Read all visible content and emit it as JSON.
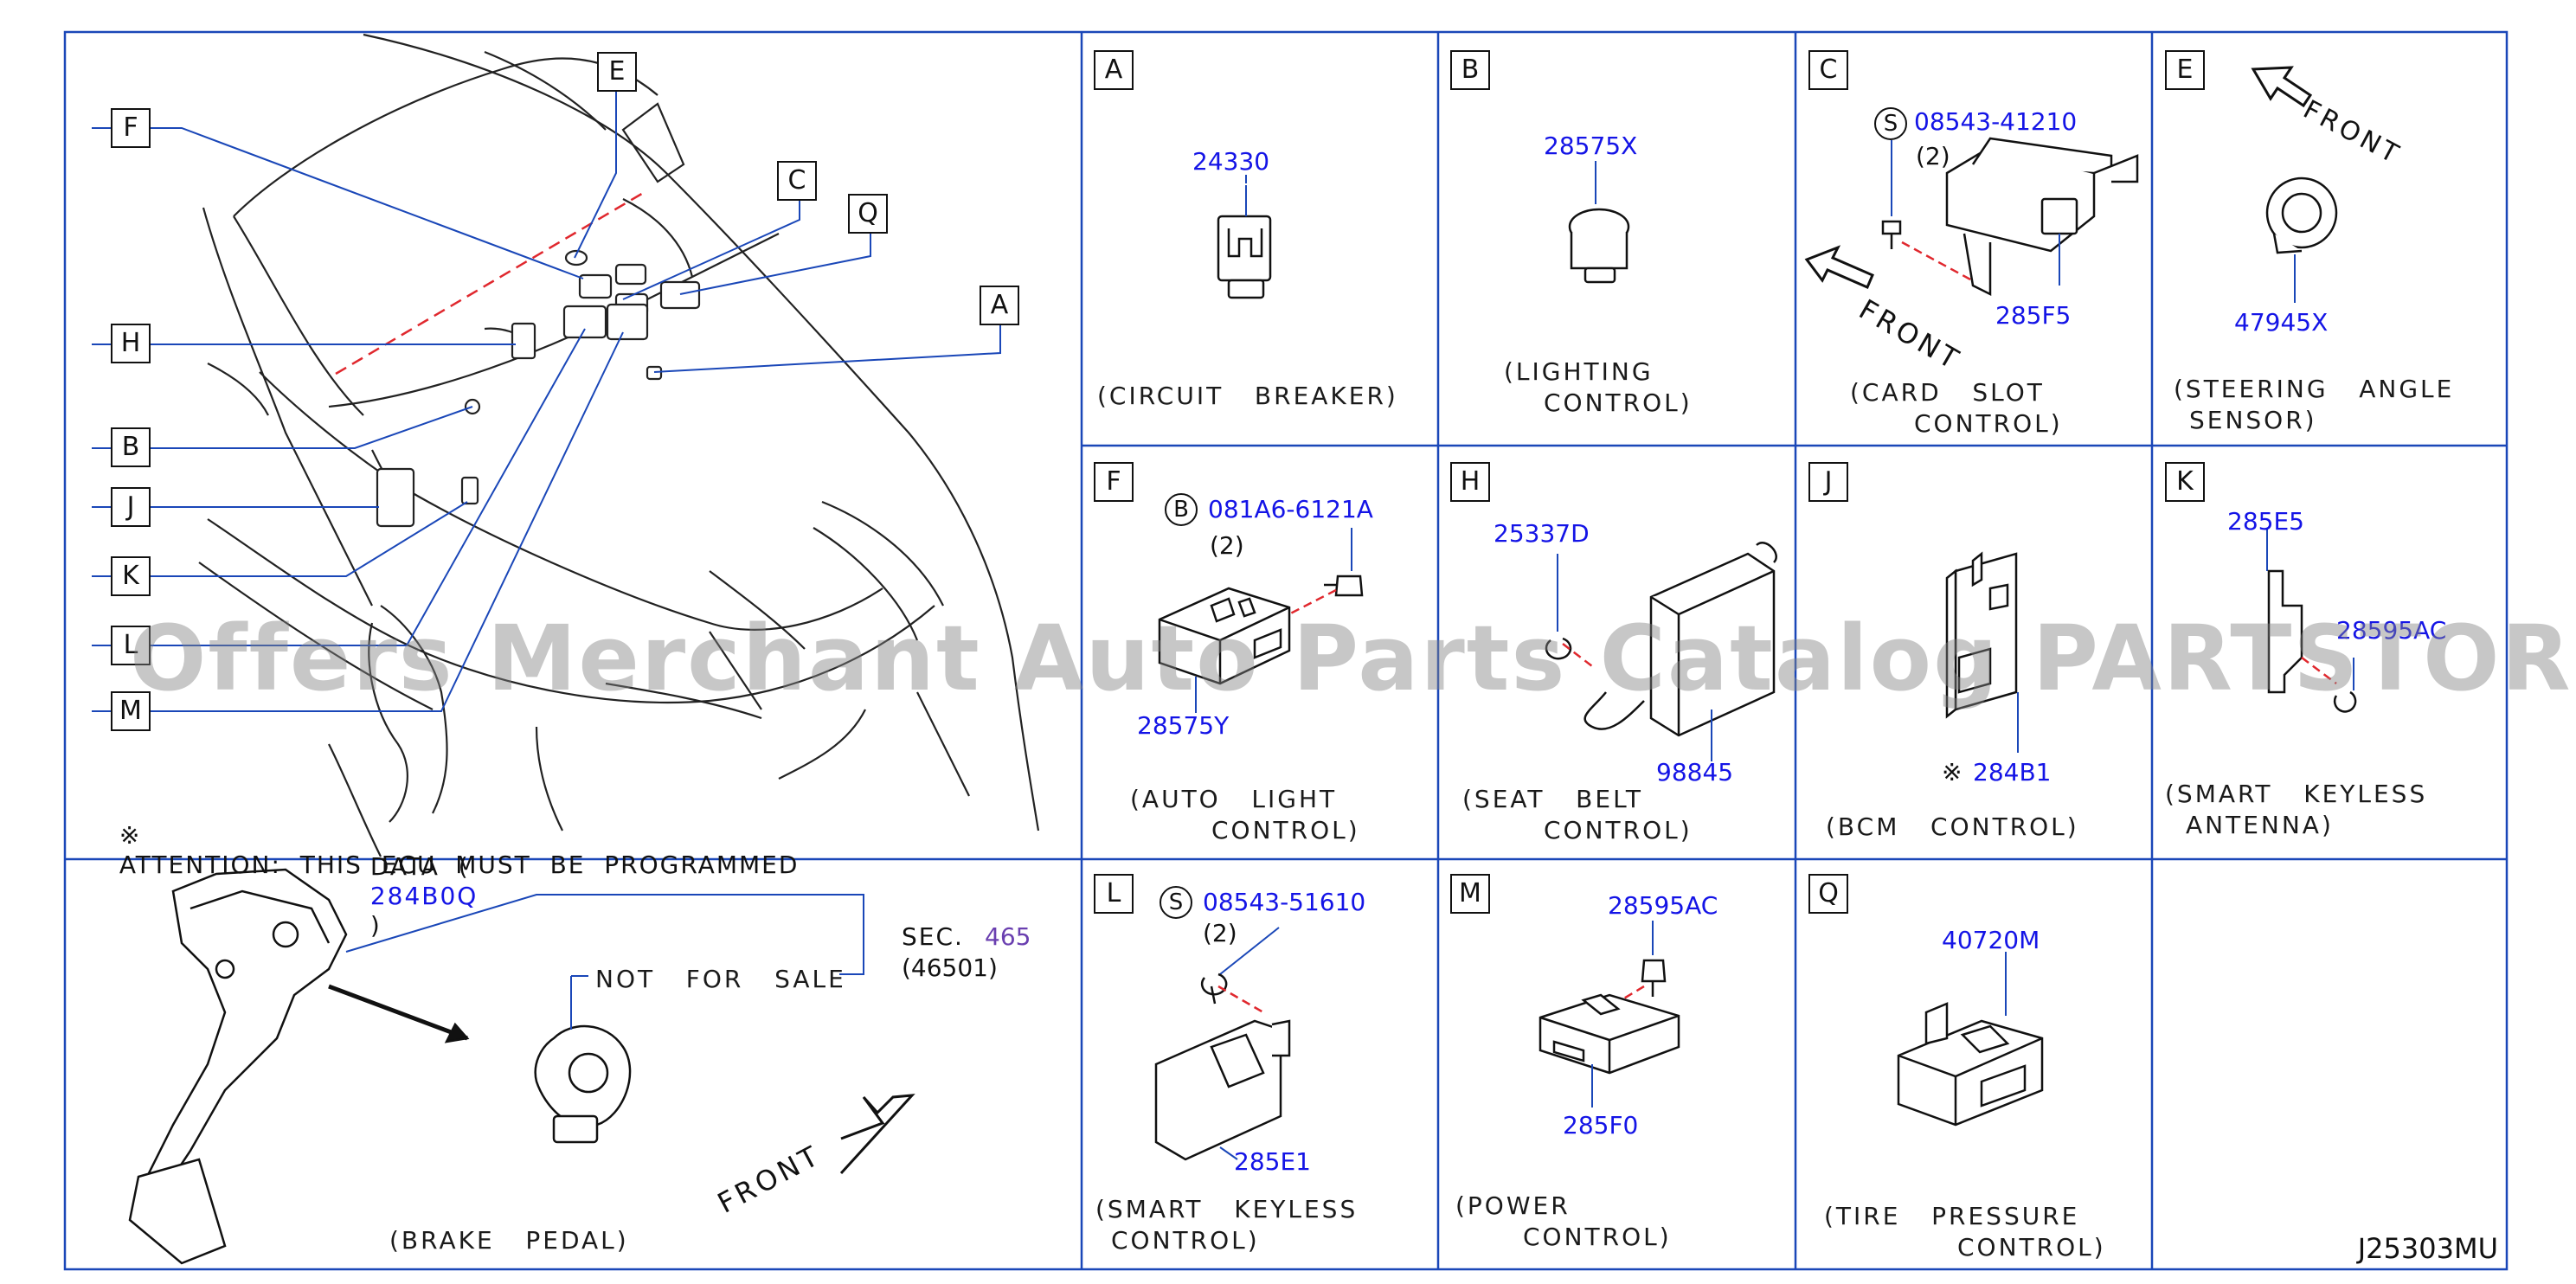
{
  "colors": {
    "frame": "#1a47b8",
    "part_number": "#1414e6",
    "ref_link": "#6a3fb0",
    "leader_red": "#e0282e",
    "text": "#111111"
  },
  "main_view": {
    "callouts": [
      "A",
      "B",
      "C",
      "E",
      "F",
      "H",
      "J",
      "K",
      "L",
      "M",
      "Q"
    ],
    "attention_symbol": "※",
    "attention_text": "ATTENTION:  THIS  ECU  MUST  BE  PROGRAMMED",
    "attention_line2_pre": "DATA  (",
    "attention_part": "284B0Q",
    "attention_line2_post": ")"
  },
  "panels": {
    "A": {
      "letter": "A",
      "part": "24330",
      "caption1": "(CIRCUIT   BREAKER)",
      "caption2": ""
    },
    "B": {
      "letter": "B",
      "part": "28575X",
      "caption1": "(LIGHTING",
      "caption2": "CONTROL)"
    },
    "C": {
      "letter": "C",
      "screw_symbol": "S",
      "screw_part": "08543-41210",
      "qty": "(2)",
      "part": "285F5",
      "front": "FRONT",
      "caption1": "(CARD   SLOT",
      "caption2": "CONTROL)"
    },
    "E": {
      "letter": "E",
      "front": "FRONT",
      "part": "47945X",
      "caption1": "(STEERING   ANGLE",
      "caption2": "SENSOR)"
    },
    "F": {
      "letter": "F",
      "screw_symbol": "B",
      "screw_part": "081A6-6121A",
      "qty": "(2)",
      "part": "28575Y",
      "caption1": "(AUTO   LIGHT",
      "caption2": "CONTROL)"
    },
    "H": {
      "letter": "H",
      "part1": "25337D",
      "part2": "98845",
      "caption1": "(SEAT   BELT",
      "caption2": "CONTROL)"
    },
    "J": {
      "letter": "J",
      "symbol": "※",
      "part": "284B1",
      "caption1": "(BCM   CONTROL)",
      "caption2": ""
    },
    "K": {
      "letter": "K",
      "part1": "285E5",
      "part2": "28595AC",
      "caption1": "(SMART   KEYLESS",
      "caption2": "ANTENNA)"
    },
    "L": {
      "letter": "L",
      "screw_symbol": "S",
      "screw_part": "08543-51610",
      "qty": "(2)",
      "part": "285E1",
      "caption1": "(SMART   KEYLESS",
      "caption2": "CONTROL)"
    },
    "M": {
      "letter": "M",
      "part1": "28595AC",
      "part2": "285F0",
      "caption1": "(POWER",
      "caption2": "CONTROL)"
    },
    "Q": {
      "letter": "Q",
      "part": "40720M",
      "caption1": "(TIRE   PRESSURE",
      "caption2": "CONTROL)"
    }
  },
  "brake": {
    "sec_label": "SEC.",
    "sec_number": "465",
    "sec_sub": "(46501)",
    "not_for_sale": "NOT   FOR   SALE",
    "front": "FRONT",
    "caption": "(BRAKE   PEDAL)"
  },
  "watermark": "Offers Merchant Auto Parts Catalog PARTSTORE.SA",
  "diagram_code": "J25303MU"
}
